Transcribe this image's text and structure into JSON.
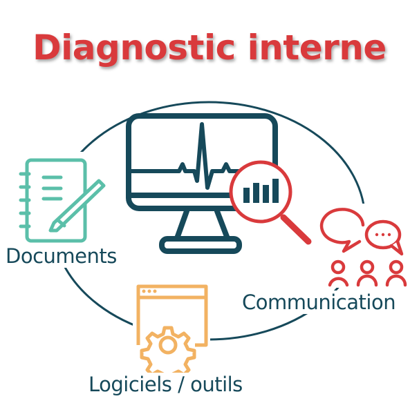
{
  "title": "Diagnostic interne",
  "nodes": {
    "documents": "Documents",
    "communication": "Communication",
    "software": "Logiciels / outils"
  },
  "colors": {
    "title": "#d93a3c",
    "navy": "#16495a",
    "teal": "#5bbfa9",
    "orange": "#f2b262",
    "red": "#d93a3c"
  }
}
